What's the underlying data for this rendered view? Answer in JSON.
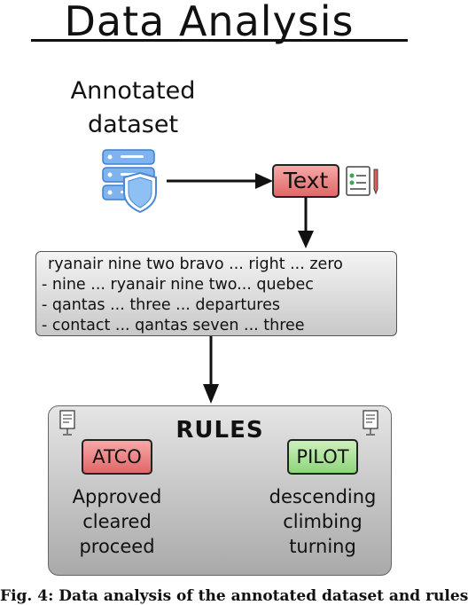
{
  "title": "Data Analysis",
  "dataset_label_line1": "Annotated",
  "dataset_label_line2": "dataset",
  "text_node": "Text",
  "samples": [
    "ryanair nine two bravo ... right ... zero",
    "- nine ... ryanair nine two... quebec",
    "- qantas ... three ... departures",
    "- contact ... qantas seven ... three"
  ],
  "rules": {
    "title": "RULES",
    "atco": {
      "label": "ATCO",
      "words": [
        "Approved",
        "cleared",
        "proceed"
      ]
    },
    "pilot": {
      "label": "PILOT",
      "words": [
        "descending",
        "climbing",
        "turning"
      ]
    }
  },
  "caption_fragment": "Fig. 4: Data analysis of the annotated dataset and rules",
  "colors": {
    "atco_red": "#e06767",
    "pilot_green": "#8ed57a",
    "db_blue": "#6aa6e8"
  },
  "icons": [
    "database-shield-icon",
    "checklist-icon",
    "document-icon"
  ]
}
